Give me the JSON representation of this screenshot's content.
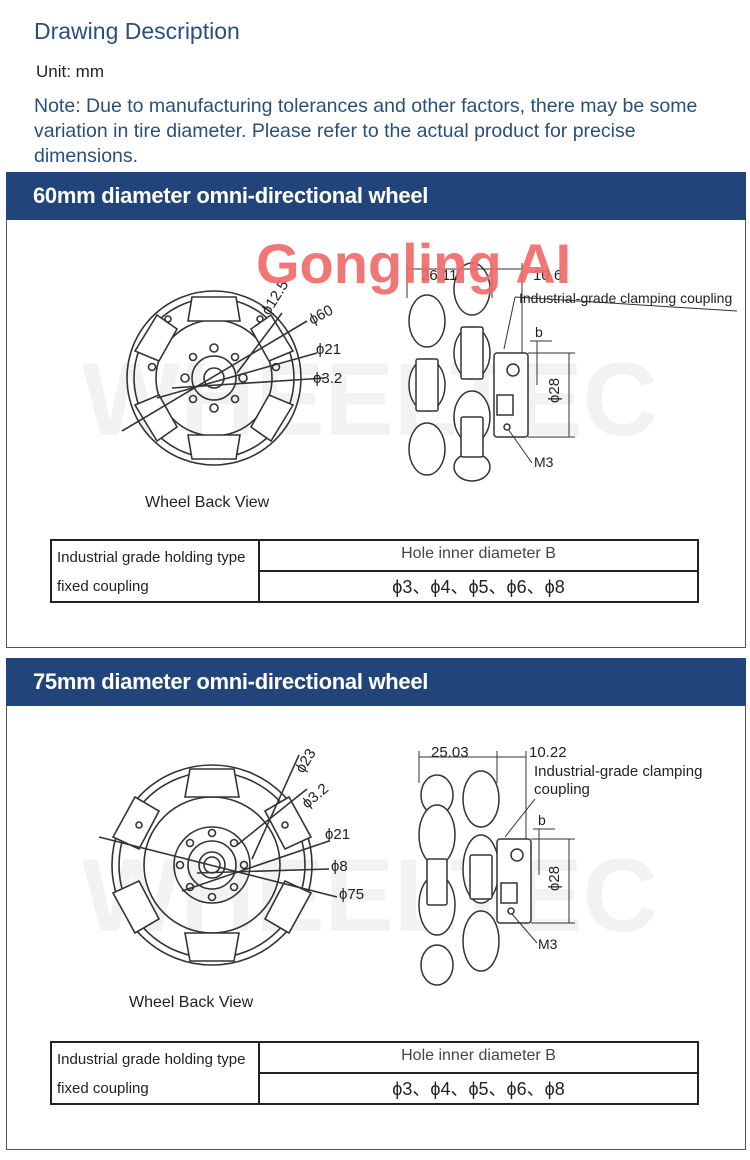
{
  "header": {
    "title": "Drawing Description",
    "unit": "Unit: mm",
    "note": "Note: Due to manufacturing tolerances and other factors, there may be some variation in tire diameter. Please refer to the actual product for precise dimensions."
  },
  "watermark": {
    "brand": "Gongling AI",
    "background": "WHEELTEC"
  },
  "sections": [
    {
      "title": "60mm diameter omni-directional wheel",
      "back_view_label": "Wheel Back View",
      "dims": {
        "d_hole": "ϕ12.5",
        "d_outer": "ϕ60",
        "d_pcd": "ϕ21",
        "d_small": "ϕ3.2",
        "width": "26.11",
        "coupling_width": "10.6",
        "b": "b",
        "d_coupling": "ϕ28",
        "screw": "M3"
      },
      "coupling_label": "Industrial-grade clamping coupling",
      "spec_label": "Industrial grade holding type fixed coupling",
      "spec_header": "Hole inner diameter B",
      "spec_values": "ϕ3、ϕ4、ϕ5、ϕ6、ϕ8"
    },
    {
      "title": "75mm diameter omni-directional wheel",
      "back_view_label": "Wheel Back View",
      "dims": {
        "d_hole": "ϕ23",
        "d_small": "ϕ3.2",
        "d_pcd": "ϕ21",
        "d_bore": "ϕ8",
        "d_outer": "ϕ75",
        "width": "25.03",
        "coupling_width": "10.22",
        "b": "b",
        "d_coupling": "ϕ28",
        "screw": "M3"
      },
      "coupling_label_1": "Industrial-grade clamping",
      "coupling_label_2": "coupling",
      "spec_label": "Industrial grade holding type fixed coupling",
      "spec_header": "Hole inner diameter B",
      "spec_values": "ϕ3、ϕ4、ϕ5、ϕ6、ϕ8"
    }
  ]
}
